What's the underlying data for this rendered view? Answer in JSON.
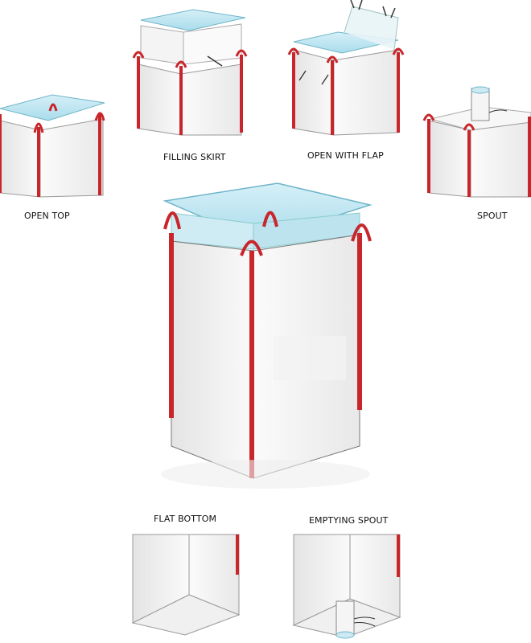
{
  "labels": {
    "open_top": "OPEN TOP",
    "filling_skirt": "FILLING SKIRT",
    "open_with_flap": "OPEN WITH FLAP",
    "spout": "SPOUT",
    "flat_bottom": "FLAT BOTTOM",
    "emptying_spout": "EMPTYING SPOUT"
  },
  "colors": {
    "strap": "#c8262b",
    "liner": "#bfe6f2",
    "bag": "#f3f3f3"
  }
}
